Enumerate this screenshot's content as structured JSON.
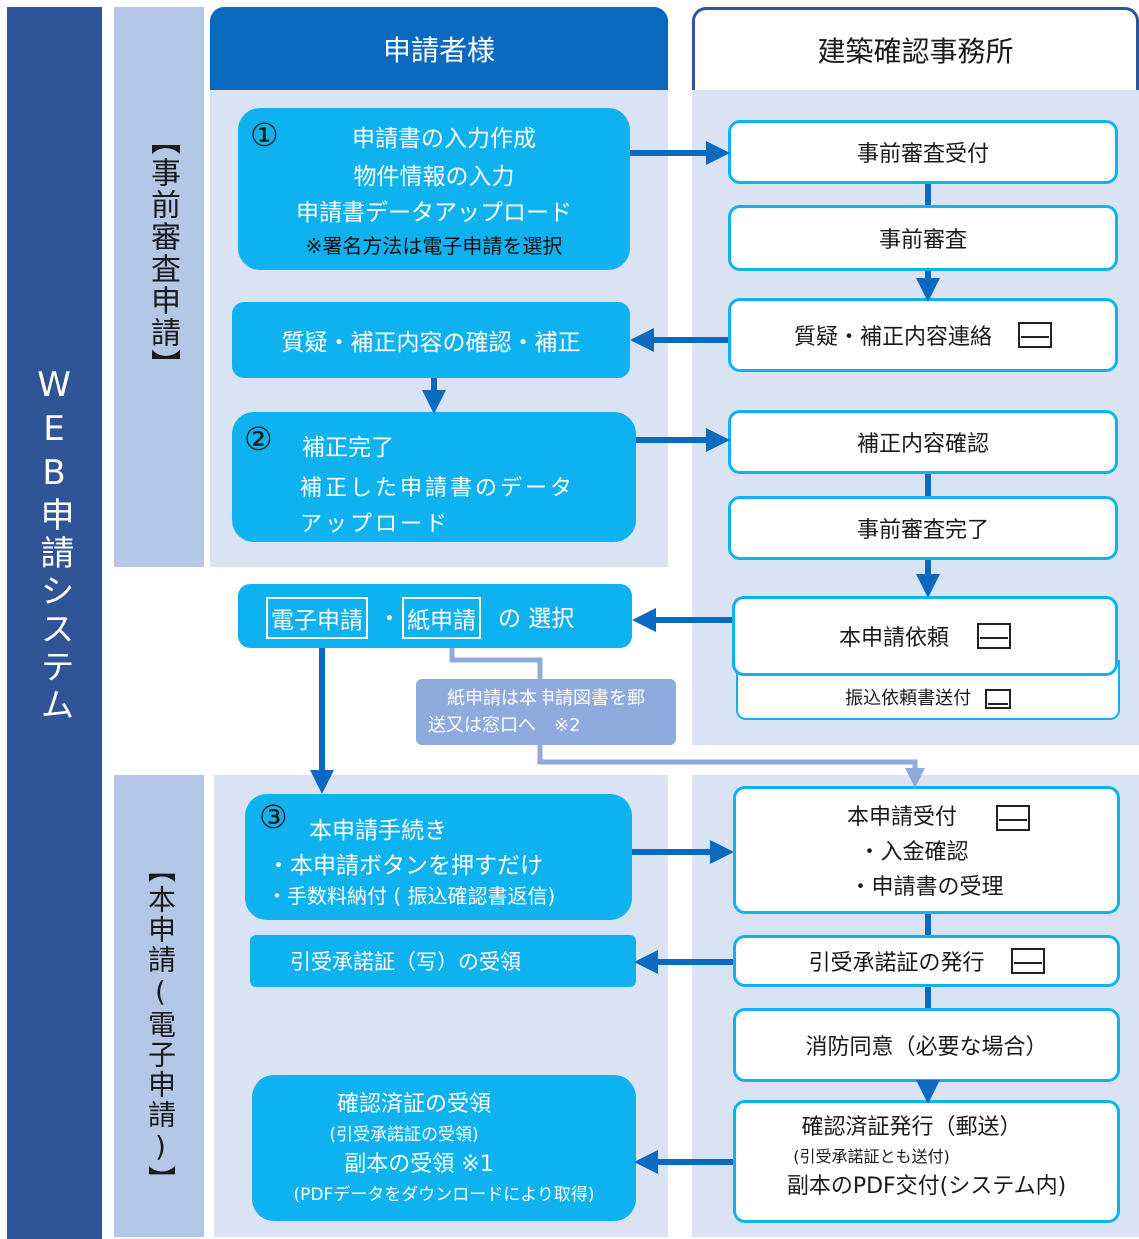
{
  "system_label": "WEB申請システム",
  "phase1_label": "【事前審査申請】",
  "phase2_label": "【本申請(電子申請)】",
  "header": {
    "left": "申請者様",
    "right": "建築確認事務所"
  },
  "applicant": {
    "step1_num": "①",
    "step1_lines": [
      "申請書の入力作成",
      "物件情報の入力",
      "申請書データアップロード",
      "※署名方法は電子申請を選択"
    ],
    "qa_confirm": "質疑・補正内容の確認・補正",
    "step2_num": "②",
    "step2_title": "補正完了",
    "step2_lines": [
      "補正した申請書のデータ",
      "アップロード"
    ],
    "select_electronic": "電子申請",
    "select_dot": "・",
    "select_paper": "紙申請",
    "select_suffix": "の 選択",
    "paper_note_line1": "紙申請は本申請図書を郵",
    "paper_note_line2": "送又は窓口へ　※2",
    "step3_num": "③",
    "step3_title": "本申請手続き",
    "step3_lines": [
      "・本申請ボタンを押すだけ",
      "・手数料納付 ( 振込確認書返信)"
    ],
    "receive_cert_copy": "引受承諾証（写）の受領",
    "final_lines": [
      "確認済証の受領",
      "(引受承諾証の受領)",
      "副本の受領 ※1",
      "(PDFデータをダウンロードにより取得)"
    ]
  },
  "office": {
    "pre_receipt": "事前審査受付",
    "pre_review": "事前審査",
    "qa_contact": "質疑・補正内容連絡",
    "correction_check": "補正内容確認",
    "pre_complete": "事前審査完了",
    "main_request": "本申請依頼",
    "transfer_request": "振込依頼書送付",
    "main_receipt_lines": [
      "本申請受付",
      "・入金確認",
      "・申請書の受理"
    ],
    "issue_cert": "引受承諾証の発行",
    "fire_consent": "消防同意（必要な場合）",
    "final_lines": [
      "確認済証発行（郵送）",
      "(引受承諾証とも送付)",
      "副本のPDF交付(システム内)"
    ]
  },
  "colors": {
    "system_bar": "#2f5597",
    "phase_bg": "#b4c7e7",
    "pane": "#dae3f3",
    "header_left": "#0a6abf",
    "step_box": "#0eb2ee",
    "arrow": "#0a6abf",
    "note_box": "#8faadc"
  },
  "icons": [
    "mail-icon"
  ]
}
